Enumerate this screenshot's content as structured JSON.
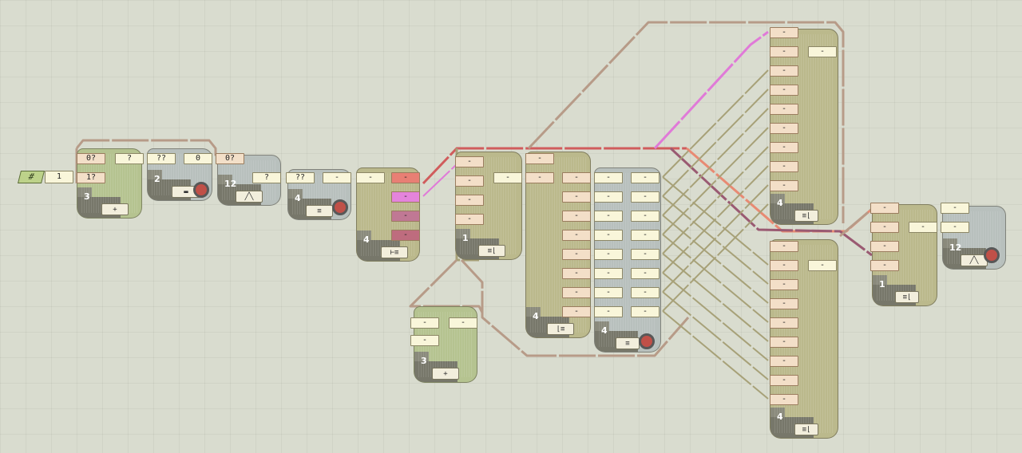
{
  "screen": {
    "description_visible_text_only": true,
    "chip_glyph": "#",
    "literal_values": [
      "1",
      "0?",
      "1?",
      "?",
      "??",
      "0",
      "0?",
      "?",
      "??"
    ],
    "port_dash": "-",
    "wire_colors": {
      "default": "#b79b88",
      "active_red": "#d05c5c",
      "pink": "#e07ad8",
      "salmon": "#e88a73",
      "olive": "#a7a178",
      "plum": "#9a5a72"
    },
    "pin_colors": [
      "#e87f74",
      "#e484dc",
      "#c07894",
      "#be6c7e"
    ]
  },
  "nodes": [
    {
      "id": "n1",
      "number": "3",
      "icon": "plus-icon",
      "kind": "add"
    },
    {
      "id": "n2",
      "number": "2",
      "icon": "folder-icon",
      "kind": "delay"
    },
    {
      "id": "n3",
      "number": "12",
      "icon": "signal-icon",
      "kind": "generator"
    },
    {
      "id": "n4",
      "number": "4",
      "icon": "list-icon",
      "kind": "memory"
    },
    {
      "id": "n5",
      "number": "4",
      "icon": "splitter-icon",
      "kind": "splitter"
    },
    {
      "id": "n6",
      "number": "3",
      "icon": "plus-icon",
      "kind": "add"
    },
    {
      "id": "n7",
      "number": "1",
      "icon": "demux-icon",
      "kind": "demux"
    },
    {
      "id": "n8",
      "number": "4",
      "icon": "bus-icon",
      "kind": "bus"
    },
    {
      "id": "n9",
      "number": "4",
      "icon": "list-icon",
      "kind": "memory"
    },
    {
      "id": "n10",
      "number": "4",
      "icon": "demux-icon",
      "kind": "demux"
    },
    {
      "id": "n11",
      "number": "4",
      "icon": "demux-icon",
      "kind": "demux"
    },
    {
      "id": "n12",
      "number": "1",
      "icon": "demux-icon",
      "kind": "demux"
    },
    {
      "id": "n13",
      "number": "12",
      "icon": "signal-icon",
      "kind": "probe"
    }
  ]
}
